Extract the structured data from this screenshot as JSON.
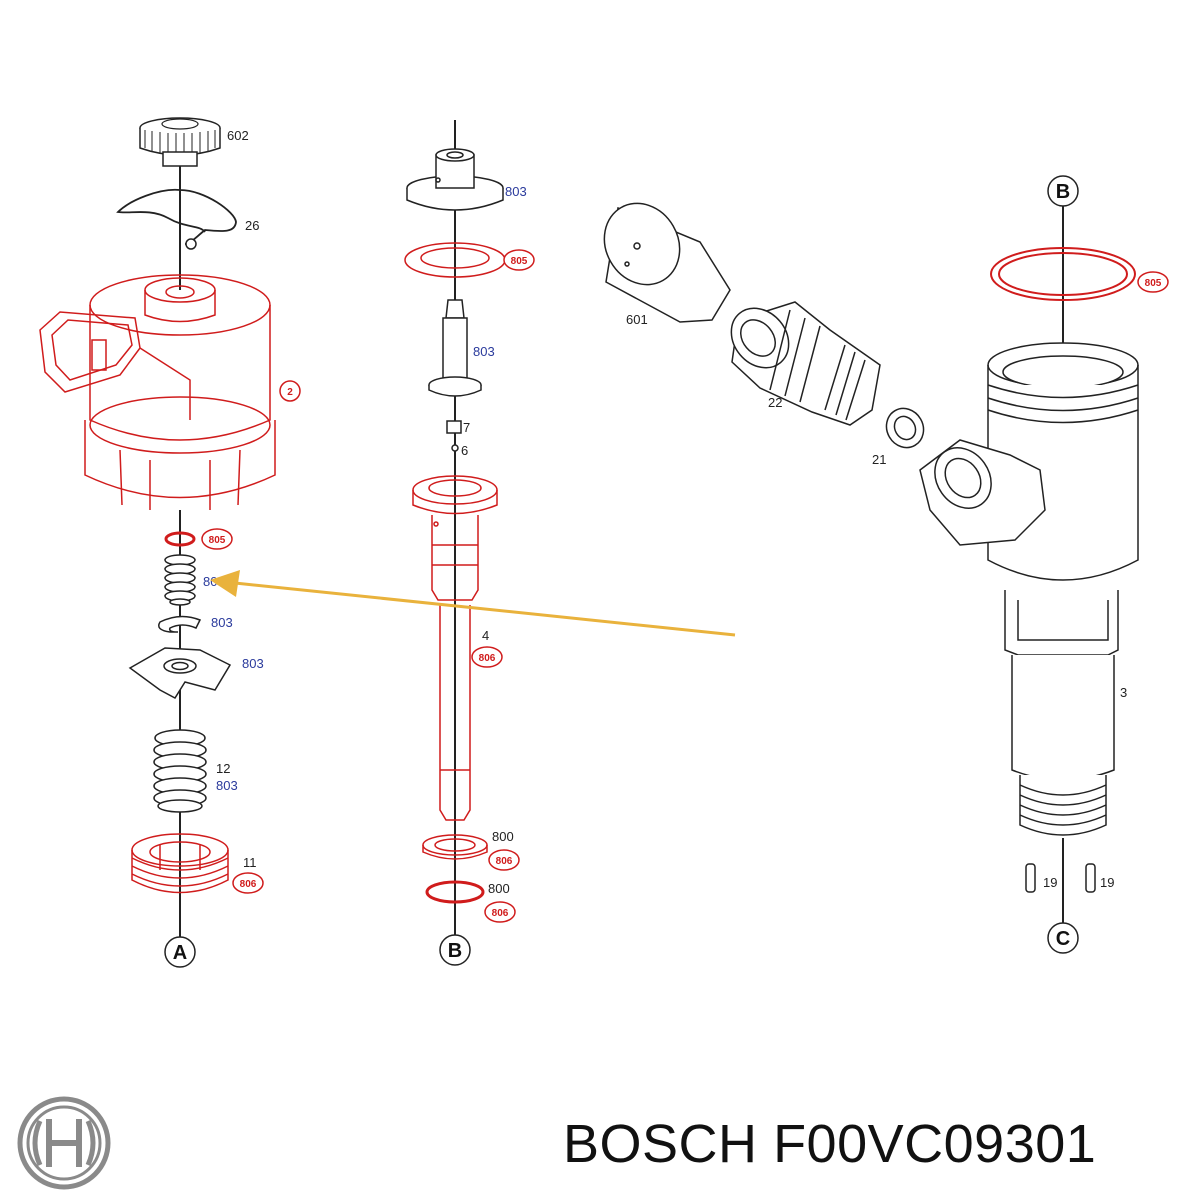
{
  "footer": {
    "brand": "BOSCH",
    "part_number": "F00VC09301"
  },
  "section_markers": [
    "A",
    "B",
    "B",
    "C"
  ],
  "labels": {
    "p602": "602",
    "p26": "26",
    "p2": "2",
    "p805a": "805",
    "p803_spring": "80",
    "p803_shim": "803",
    "p803_plate": "803",
    "p12": "12",
    "p803_spring2": "803",
    "p11": "11",
    "p806_nut": "806",
    "p803_top": "803",
    "p805_ring": "805",
    "p803_valve": "803",
    "p7": "7",
    "p6": "6",
    "p4": "4",
    "p806_nozzle": "806",
    "p800a": "800",
    "p806a": "806",
    "p800b": "800",
    "p806b": "806",
    "p601": "601",
    "p22": "22",
    "p21": "21",
    "p805_big": "805",
    "p3": "3",
    "p19a": "19",
    "p19b": "19"
  },
  "colors": {
    "red": "#d01c1c",
    "blue": "#2a3a9c",
    "arrow": "#e9b23c",
    "line": "#222222"
  }
}
